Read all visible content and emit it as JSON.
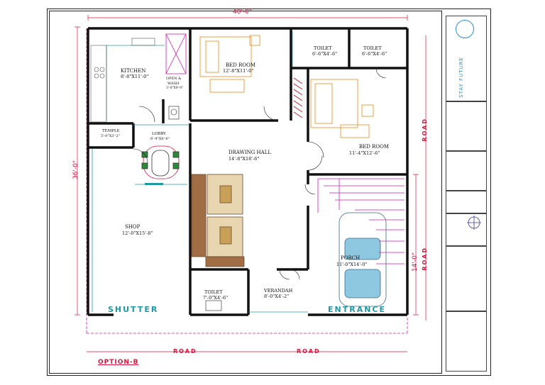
{
  "dimensions": {
    "width_top": "40'-0\"",
    "height_left": "36'-0\"",
    "porch_side": "14'-0\""
  },
  "rooms": {
    "kitchen": {
      "name": "KITCHEN",
      "size": "8'-8\"X11'-0\""
    },
    "open_wash": {
      "name": "OPEN &",
      "name2": "WASH",
      "size": "3'-0\"X9'-0\""
    },
    "bed1": {
      "name": "BED ROOM",
      "size": "12'-8\"X11'-0\""
    },
    "toilet1": {
      "name": "TOILET",
      "size": "6'-6\"X4'-6\""
    },
    "toilet2": {
      "name": "TOILET",
      "size": "6'-6\"X4'-6\""
    },
    "temple": {
      "name": "TEMPLE",
      "size": "5'-0\"X3'-2\""
    },
    "lobby": {
      "name": "LOBBY",
      "size": "6'-4\"X8'-6\""
    },
    "drawing": {
      "name": "DRAWING HALL",
      "size": "14'-8\"X18'-6\""
    },
    "bed2": {
      "name": "BED ROOM",
      "size": "11'-4\"X12'-6\""
    },
    "shop": {
      "name": "SHOP",
      "size": "12'-0\"X15'-8\""
    },
    "porch": {
      "name": "PORCH",
      "size": "11'-0\"X14'-0\""
    },
    "toilet3": {
      "name": "TOILET",
      "size": "7'-0\"X4'-6\""
    },
    "verandah": {
      "name": "VERANDAH",
      "size": "8'-0\"X4'-2\""
    }
  },
  "labels": {
    "shutter": "SHUTTER",
    "entrance": "ENTRANCE",
    "road_right_top": "ROAD",
    "road_right_bottom": "ROAD",
    "road_bottom_left": "ROAD",
    "road_bottom_right": "ROAD",
    "option": "OPTION-B"
  },
  "titleblock": {
    "brand": "STAY FUTURE",
    "colors": {
      "accent": "#e0103a",
      "teal": "#1f9aa5",
      "brand": "#2b8fd6"
    }
  }
}
